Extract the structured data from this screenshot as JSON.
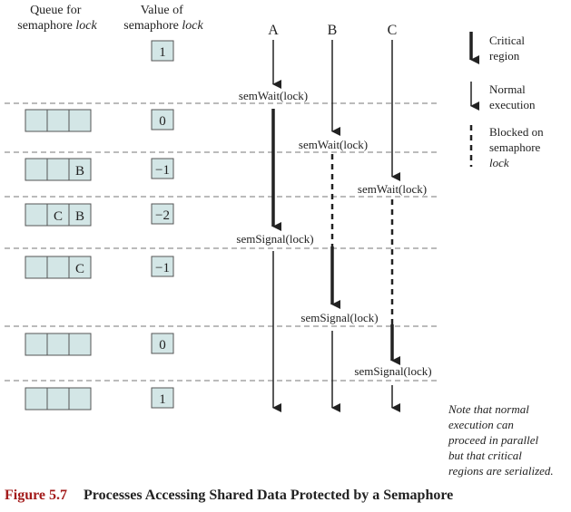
{
  "headers": {
    "queue": [
      "Queue for",
      "semaphore ",
      "lock"
    ],
    "value": [
      "Value of",
      "semaphore ",
      "lock"
    ]
  },
  "processes": [
    "A",
    "B",
    "C"
  ],
  "rows": [
    {
      "queue": [],
      "value": "1"
    },
    {
      "queue": [
        "",
        "",
        ""
      ],
      "value": "0"
    },
    {
      "queue": [
        "",
        "",
        "B"
      ],
      "value": "−1"
    },
    {
      "queue": [
        "",
        "C",
        "B"
      ],
      "value": "−2"
    },
    {
      "queue": [
        "",
        "",
        "C"
      ],
      "value": "−1"
    },
    {
      "queue": [
        "",
        "",
        ""
      ],
      "value": "0"
    },
    {
      "queue": [
        "",
        "",
        ""
      ],
      "value": "1"
    }
  ],
  "operations": [
    {
      "label": "semWait(lock)"
    },
    {
      "label": "semWait(lock)"
    },
    {
      "label": "semWait(lock)"
    },
    {
      "label": "semSignal(lock)"
    },
    {
      "label": "semSignal(lock)"
    },
    {
      "label": "semSignal(lock)"
    }
  ],
  "legend": {
    "critical": [
      "Critical",
      "region"
    ],
    "normal": [
      "Normal",
      "execution"
    ],
    "blocked": [
      "Blocked on",
      "semaphore",
      "lock"
    ]
  },
  "note": [
    "Note that normal",
    "execution can",
    "proceed in parallel",
    "but that critical",
    "regions are serialized."
  ],
  "caption": {
    "number": "Figure 5.7",
    "title": "Processes Accessing Shared Data Protected by a Semaphore"
  }
}
